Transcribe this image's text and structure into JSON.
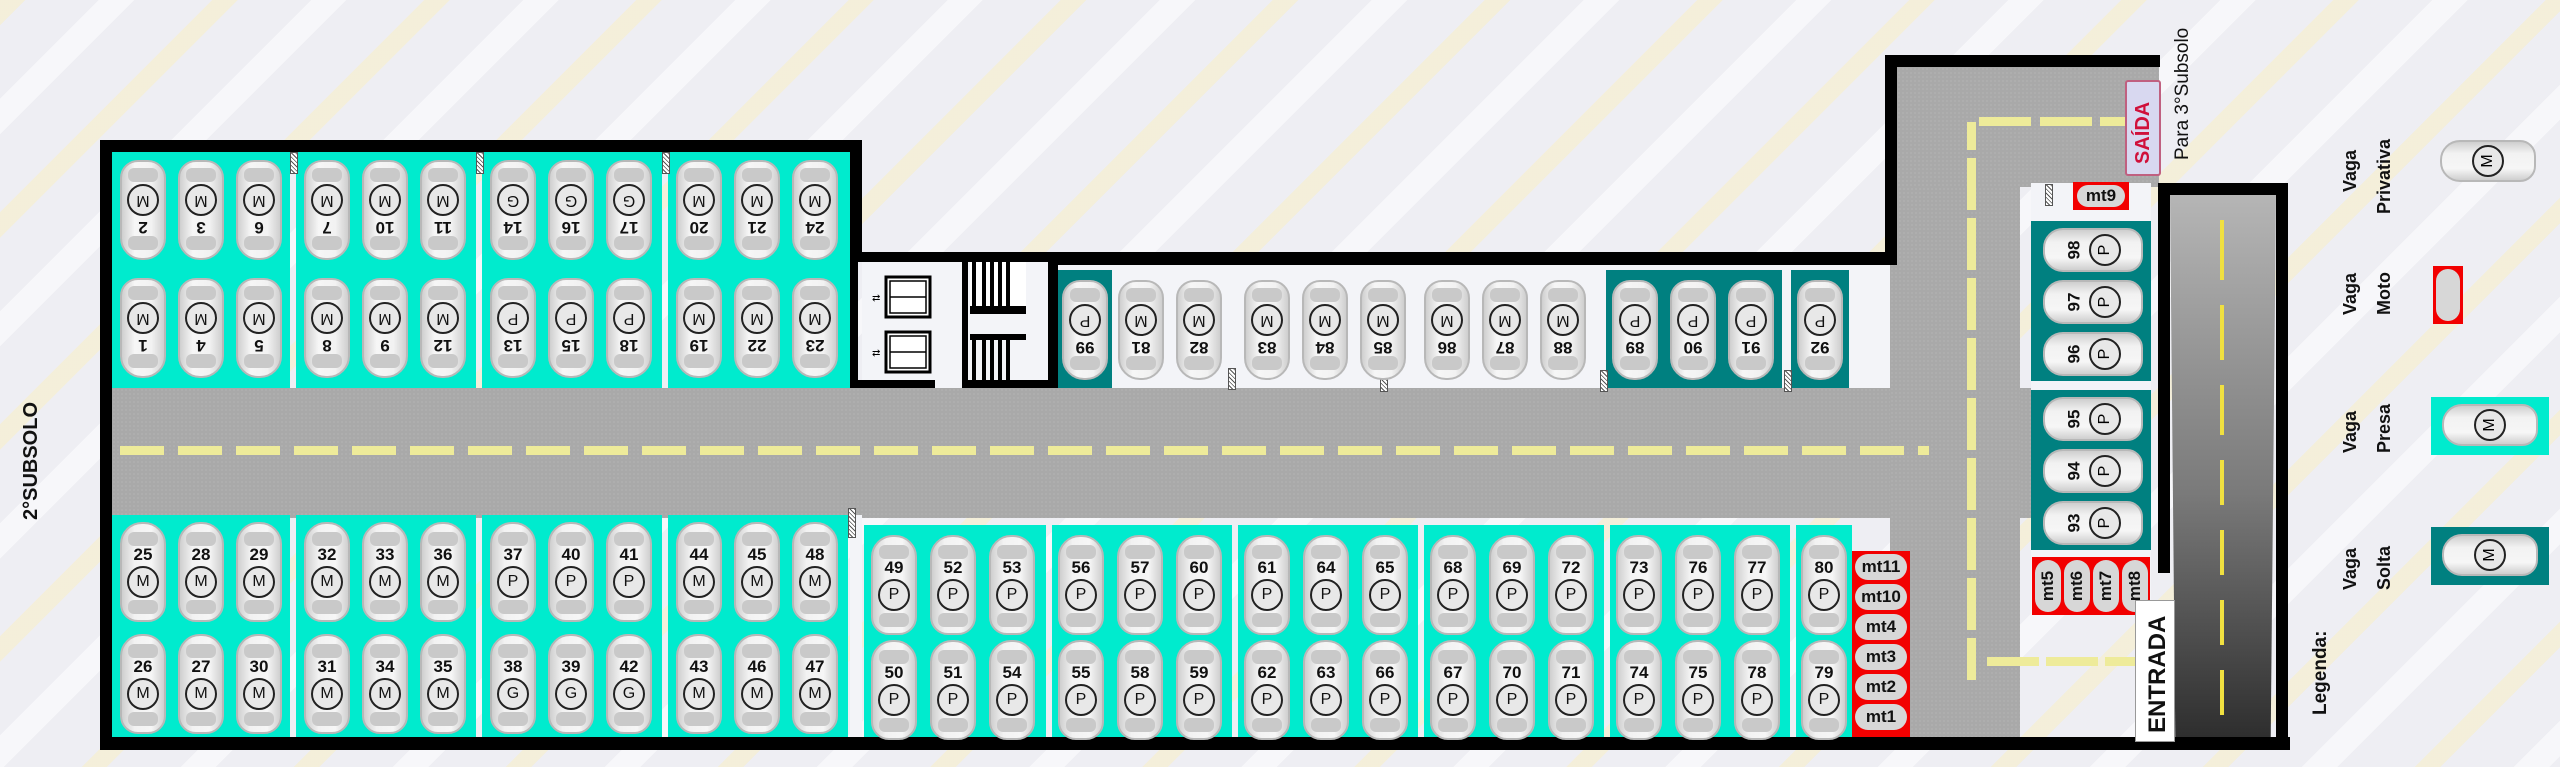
{
  "floor_title": "2°SUBSOLO",
  "signs": {
    "exit": "SAÍDA",
    "exit_to": "Para 3°Subsolo",
    "entrance": "ENTRADA"
  },
  "legend": {
    "title": "Legenda:",
    "items": [
      {
        "line1": "Vaga",
        "line2": "Privativa",
        "type": "private",
        "badge": "M"
      },
      {
        "line1": "Vaga",
        "line2": "Moto",
        "type": "moto"
      },
      {
        "line1": "Vaga",
        "line2": "Presa",
        "type": "presa",
        "badge": "M",
        "color": "#00ebce"
      },
      {
        "line1": "Vaga",
        "line2": "Solta",
        "type": "solta",
        "badge": "M",
        "color": "#008080"
      }
    ]
  },
  "colors": {
    "presa": "#00ebce",
    "solta": "#008080",
    "moto": "#f20000",
    "asphalt": "#a9a9a9",
    "lane_stripe": "#eeeb9a"
  },
  "top_left_row_far": [
    {
      "num": "2",
      "badge": "M"
    },
    {
      "num": "3",
      "badge": "M"
    },
    {
      "num": "6",
      "badge": "M"
    },
    {
      "num": "7",
      "badge": "M"
    },
    {
      "num": "10",
      "badge": "M"
    },
    {
      "num": "11",
      "badge": "M"
    },
    {
      "num": "14",
      "badge": "G"
    },
    {
      "num": "16",
      "badge": "G"
    },
    {
      "num": "17",
      "badge": "G"
    },
    {
      "num": "20",
      "badge": "M"
    },
    {
      "num": "21",
      "badge": "M"
    },
    {
      "num": "24",
      "badge": "M"
    }
  ],
  "top_left_row_near": [
    {
      "num": "1",
      "badge": "M"
    },
    {
      "num": "4",
      "badge": "M"
    },
    {
      "num": "5",
      "badge": "M"
    },
    {
      "num": "8",
      "badge": "M"
    },
    {
      "num": "9",
      "badge": "M"
    },
    {
      "num": "12",
      "badge": "M"
    },
    {
      "num": "13",
      "badge": "P"
    },
    {
      "num": "15",
      "badge": "P"
    },
    {
      "num": "18",
      "badge": "P"
    },
    {
      "num": "19",
      "badge": "M"
    },
    {
      "num": "22",
      "badge": "M"
    },
    {
      "num": "23",
      "badge": "M"
    }
  ],
  "top_mid_row": [
    {
      "num": "99",
      "badge": "P",
      "zone": "solta"
    },
    {
      "num": "81",
      "badge": "M",
      "zone": "none"
    },
    {
      "num": "82",
      "badge": "M",
      "zone": "none"
    },
    {
      "num": "83",
      "badge": "M",
      "zone": "none"
    },
    {
      "num": "84",
      "badge": "M",
      "zone": "none"
    },
    {
      "num": "85",
      "badge": "M",
      "zone": "none"
    },
    {
      "num": "86",
      "badge": "M",
      "zone": "none"
    },
    {
      "num": "87",
      "badge": "M",
      "zone": "none"
    },
    {
      "num": "88",
      "badge": "M",
      "zone": "none"
    },
    {
      "num": "89",
      "badge": "P",
      "zone": "solta"
    },
    {
      "num": "90",
      "badge": "P",
      "zone": "solta"
    },
    {
      "num": "91",
      "badge": "P",
      "zone": "solta"
    },
    {
      "num": "92",
      "badge": "P",
      "zone": "solta"
    }
  ],
  "bottom_left_row_near": [
    {
      "num": "25",
      "badge": "M"
    },
    {
      "num": "28",
      "badge": "M"
    },
    {
      "num": "29",
      "badge": "M"
    },
    {
      "num": "32",
      "badge": "M"
    },
    {
      "num": "33",
      "badge": "M"
    },
    {
      "num": "36",
      "badge": "M"
    },
    {
      "num": "37",
      "badge": "P"
    },
    {
      "num": "40",
      "badge": "P"
    },
    {
      "num": "41",
      "badge": "P"
    },
    {
      "num": "44",
      "badge": "M"
    },
    {
      "num": "45",
      "badge": "M"
    },
    {
      "num": "48",
      "badge": "M"
    }
  ],
  "bottom_left_row_far": [
    {
      "num": "26",
      "badge": "M"
    },
    {
      "num": "27",
      "badge": "M"
    },
    {
      "num": "30",
      "badge": "M"
    },
    {
      "num": "31",
      "badge": "M"
    },
    {
      "num": "34",
      "badge": "M"
    },
    {
      "num": "35",
      "badge": "M"
    },
    {
      "num": "38",
      "badge": "G"
    },
    {
      "num": "39",
      "badge": "G"
    },
    {
      "num": "42",
      "badge": "G"
    },
    {
      "num": "43",
      "badge": "M"
    },
    {
      "num": "46",
      "badge": "M"
    },
    {
      "num": "47",
      "badge": "M"
    }
  ],
  "bottom_right_row_near": [
    {
      "num": "49",
      "badge": "P"
    },
    {
      "num": "52",
      "badge": "P"
    },
    {
      "num": "53",
      "badge": "P"
    },
    {
      "num": "56",
      "badge": "P"
    },
    {
      "num": "57",
      "badge": "P"
    },
    {
      "num": "60",
      "badge": "P"
    },
    {
      "num": "61",
      "badge": "P"
    },
    {
      "num": "64",
      "badge": "P"
    },
    {
      "num": "65",
      "badge": "P"
    },
    {
      "num": "68",
      "badge": "P"
    },
    {
      "num": "69",
      "badge": "P"
    },
    {
      "num": "72",
      "badge": "P"
    },
    {
      "num": "73",
      "badge": "P"
    },
    {
      "num": "76",
      "badge": "P"
    },
    {
      "num": "77",
      "badge": "P"
    },
    {
      "num": "80",
      "badge": "P"
    }
  ],
  "bottom_right_row_far": [
    {
      "num": "50",
      "badge": "P"
    },
    {
      "num": "51",
      "badge": "P"
    },
    {
      "num": "54",
      "badge": "P"
    },
    {
      "num": "55",
      "badge": "P"
    },
    {
      "num": "58",
      "badge": "P"
    },
    {
      "num": "59",
      "badge": "P"
    },
    {
      "num": "62",
      "badge": "P"
    },
    {
      "num": "63",
      "badge": "P"
    },
    {
      "num": "66",
      "badge": "P"
    },
    {
      "num": "67",
      "badge": "P"
    },
    {
      "num": "70",
      "badge": "P"
    },
    {
      "num": "71",
      "badge": "P"
    },
    {
      "num": "74",
      "badge": "P"
    },
    {
      "num": "75",
      "badge": "P"
    },
    {
      "num": "78",
      "badge": "P"
    },
    {
      "num": "79",
      "badge": "P"
    }
  ],
  "right_column": [
    {
      "num": "98",
      "badge": "P"
    },
    {
      "num": "97",
      "badge": "P"
    },
    {
      "num": "96",
      "badge": "P"
    },
    {
      "num": "95",
      "badge": "P"
    },
    {
      "num": "94",
      "badge": "P"
    },
    {
      "num": "93",
      "badge": "P"
    }
  ],
  "moto_column": [
    "mt11",
    "mt10",
    "mt4",
    "mt3",
    "mt2",
    "mt1"
  ],
  "moto_row": [
    "mt5",
    "mt6",
    "mt7",
    "mt8"
  ],
  "moto_single": "mt9"
}
